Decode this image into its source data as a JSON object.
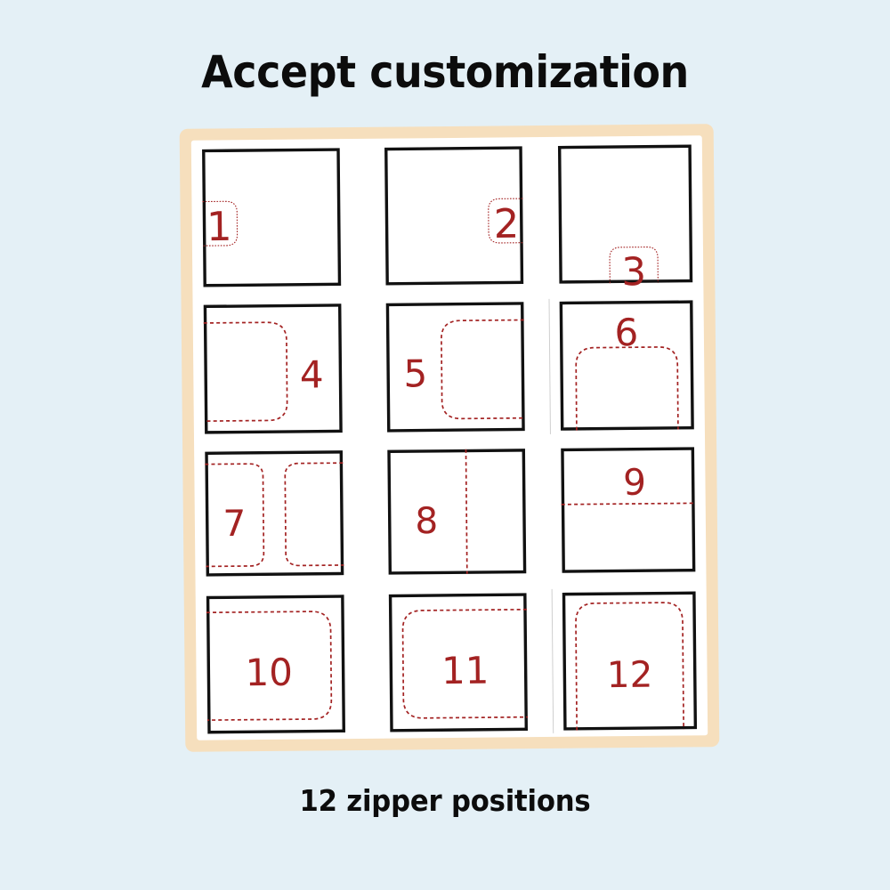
{
  "page": {
    "title": "Accept customization",
    "caption": "12 zipper positions",
    "background_color": "#e4f0f6",
    "panel_border_color": "#f6dfbd",
    "panel_fill_color": "#ffffff",
    "cell_outline_color": "#111111",
    "zipper_color": "#a32222",
    "number_color": "#a32222"
  },
  "diagram": {
    "columns": 3,
    "rows": 4,
    "count": 12,
    "cells": [
      {
        "number": "1",
        "zipper_style": "dotted",
        "zipper_shape": "small-pocket-left-edge",
        "label_position": "inside",
        "description": "small rounded pocket on left edge, mid height"
      },
      {
        "number": "2",
        "zipper_style": "dotted",
        "zipper_shape": "small-pocket-right-edge",
        "label_position": "inside",
        "description": "small rounded pocket on right edge, mid height"
      },
      {
        "number": "3",
        "zipper_style": "dotted",
        "zipper_shape": "small-pocket-bottom-edge",
        "label_position": "inside",
        "description": "small rounded pocket on bottom edge, right of center"
      },
      {
        "number": "4",
        "zipper_style": "dashed",
        "zipper_shape": "medium-open-left",
        "label_position": "right",
        "description": "medium panel opening from left edge, rounded right corners"
      },
      {
        "number": "5",
        "zipper_style": "dashed",
        "zipper_shape": "medium-open-right",
        "label_position": "left",
        "description": "medium panel opening from right edge, rounded left corners"
      },
      {
        "number": "6",
        "zipper_style": "dashed",
        "zipper_shape": "medium-open-bottom",
        "label_position": "above",
        "description": "medium panel opening from bottom edge, rounded top corners"
      },
      {
        "number": "7",
        "zipper_style": "dashed",
        "zipper_shape": "double-open-left-and-right",
        "label_position": "inside-left",
        "description": "two panels, one opening from left edge and one from right edge"
      },
      {
        "number": "8",
        "zipper_style": "dashed",
        "zipper_shape": "vertical-line",
        "label_position": "left",
        "description": "single vertical zipper line, right of center, full height"
      },
      {
        "number": "9",
        "zipper_style": "dashed",
        "zipper_shape": "horizontal-line",
        "label_position": "above",
        "description": "single horizontal zipper line, above center, full width"
      },
      {
        "number": "10",
        "zipper_style": "dashed",
        "zipper_shape": "large-open-left",
        "label_position": "inside",
        "description": "large panel opening from left edge, rounded right corners"
      },
      {
        "number": "11",
        "zipper_style": "dashed",
        "zipper_shape": "large-open-right",
        "label_position": "inside",
        "description": "large panel opening from right edge, rounded left corners"
      },
      {
        "number": "12",
        "zipper_style": "dashed",
        "zipper_shape": "large-open-bottom",
        "label_position": "inside",
        "description": "large panel opening from bottom edge, rounded top corners"
      }
    ]
  }
}
